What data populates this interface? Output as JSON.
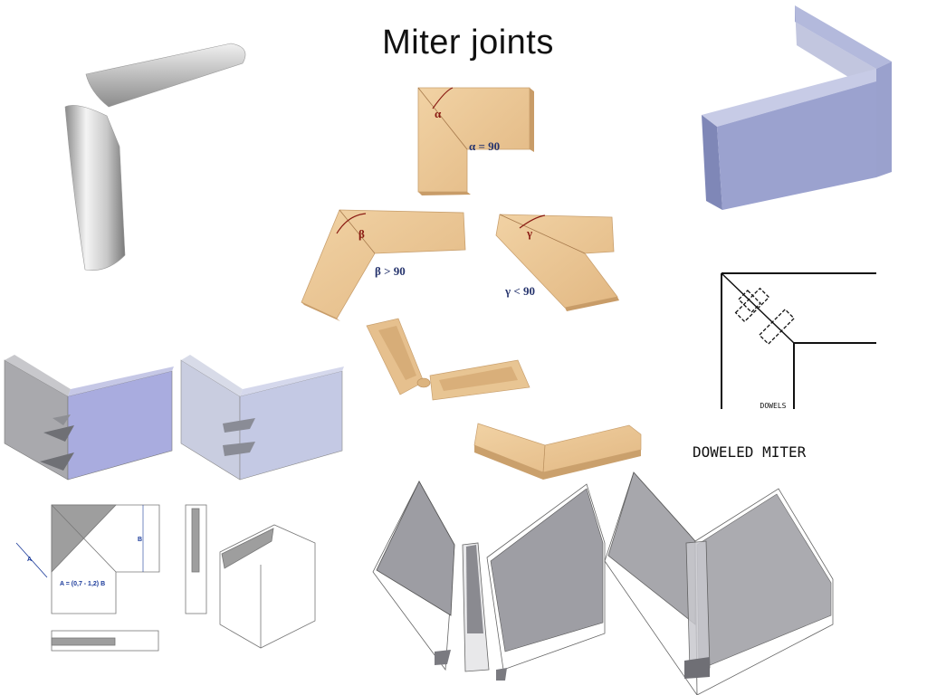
{
  "title": "Miter joints",
  "angle_figure": {
    "alpha_symbol": "α",
    "beta_symbol": "β",
    "gamma_symbol": "γ",
    "alpha_label": "α = 90",
    "beta_label": "β > 90",
    "gamma_label": "γ < 90"
  },
  "dowel_sketch": {
    "dowels_label": "DOWELS",
    "caption": "DOWELED MITER"
  },
  "technical_drawing": {
    "formula": "A = (0,7 - 1,2) B",
    "dim_a": "A",
    "dim_b": "B"
  }
}
